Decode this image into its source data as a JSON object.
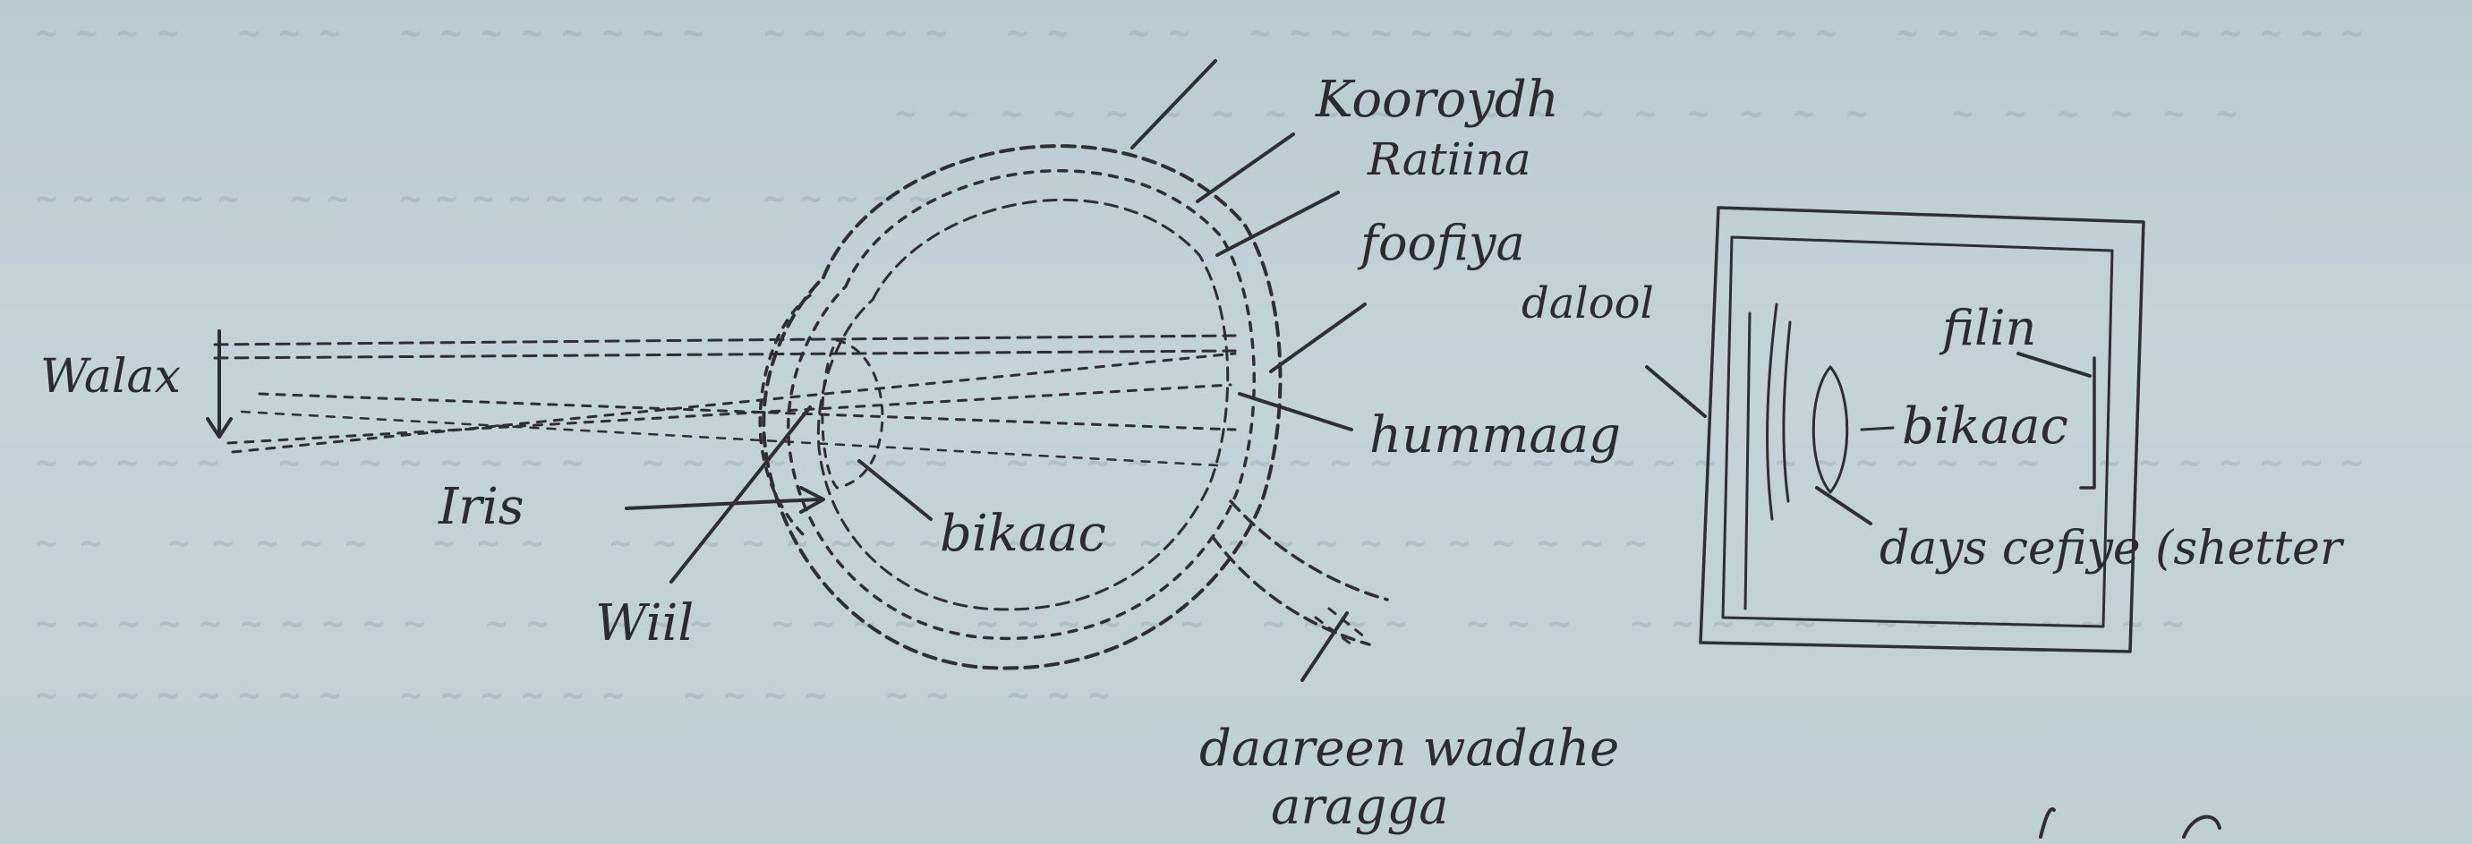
{
  "labels": {
    "walax": "Walax",
    "kooroydh": "Kooroydh",
    "ratiina": "Ratiina",
    "foofiya": "foofiya",
    "dalool": "dalool",
    "hummaag": "hummaag",
    "iris": "Iris",
    "bikaac_eye": "bikaac",
    "wiil": "Wiil",
    "daareen_wadahe_line1": "daareen wadahe",
    "daareen_wadahe_line2": "aragga",
    "filin": "filin",
    "bikaac_camera": "bikaac",
    "days_cefiye": "days cefiye (shetter"
  },
  "colors": {
    "paper": "#bccdd1",
    "ink": "#2e2e33"
  }
}
